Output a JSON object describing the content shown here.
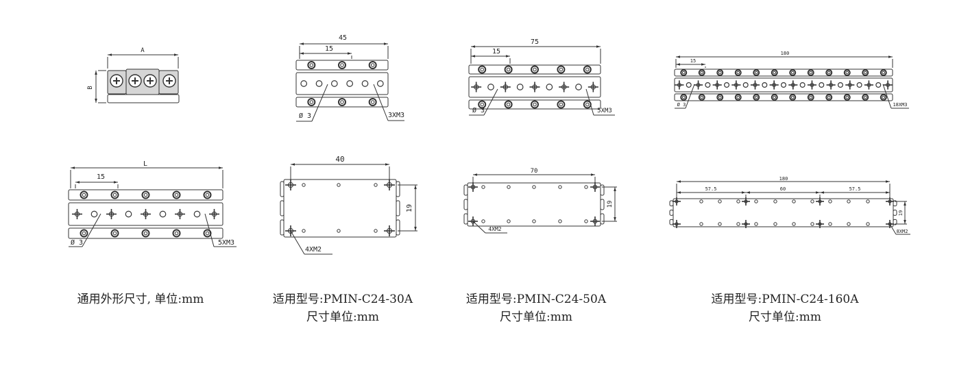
{
  "colors": {
    "line": "#333333",
    "text": "#222222",
    "background": "#ffffff",
    "block_fill": "#d6d6d6"
  },
  "panels": {
    "generic_top": {
      "dim_a": "A",
      "dim_b": "B"
    },
    "top_30a": {
      "dim_total": "45",
      "dim_pitch": "15",
      "hole_note": "Ø 3",
      "thread_note": "3XM3"
    },
    "top_50a": {
      "dim_total": "75",
      "dim_pitch": "15",
      "hole_note": "Ø 3",
      "thread_note": "5XM3"
    },
    "top_160a": {
      "dim_total": "180",
      "dim_pitch": "15",
      "hole_note": "Ø 3",
      "thread_note": "18XM3"
    },
    "generic_bottom": {
      "dim_total": "L",
      "dim_pitch": "15",
      "hole_note": "Ø 3",
      "thread_note": "5XM3"
    },
    "bottom_30a": {
      "dim_total": "40",
      "dim_side": "19",
      "thread_note": "4XM2"
    },
    "bottom_50a": {
      "dim_total": "70",
      "dim_side": "19",
      "thread_note": "4XM2"
    },
    "bottom_160a": {
      "dim_total": "180",
      "dim_seg_1": "57.5",
      "dim_seg_2": "60",
      "dim_seg_3": "57.5",
      "dim_side": "19",
      "thread_note": "8XM2"
    }
  },
  "captions": {
    "generic": "通用外形尺寸, 单位:mm",
    "model_30a_line1": "适用型号:PMIN-C24-30A",
    "model_30a_line2": "尺寸单位:mm",
    "model_50a_line1": "适用型号:PMIN-C24-50A",
    "model_50a_line2": "尺寸单位:mm",
    "model_160a_line1": "适用型号:PMIN-C24-160A",
    "model_160a_line2": "尺寸单位:mm"
  }
}
